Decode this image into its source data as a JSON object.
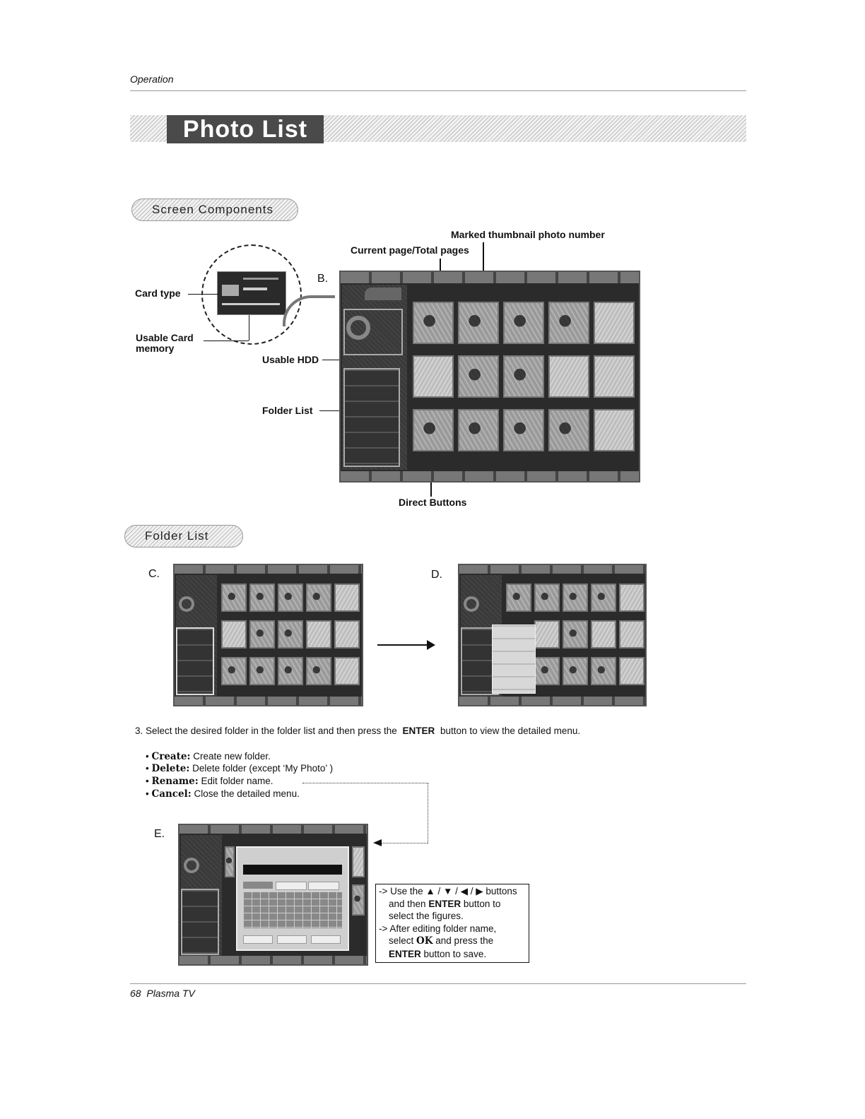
{
  "header": {
    "section": "Operation"
  },
  "page_title": "Photo List",
  "sections": {
    "screen_components": "Screen Components",
    "folder_list": "Folder List"
  },
  "callouts": {
    "marked_thumb": "Marked thumbnail photo number",
    "current_page": "Current page/Total pages",
    "card_type": "Card type",
    "usable_card": "Usable Card",
    "usable_card2": "memory",
    "usable_hdd": "Usable HDD",
    "folder_list": "Folder List",
    "direct_buttons": "Direct Buttons",
    "letter_b": "B.",
    "letter_c": "C.",
    "letter_d": "D.",
    "letter_e": "E."
  },
  "step3": {
    "prefix": "3. Select the desired folder in the folder list and then press the",
    "key": "ENTER",
    "suffix": "button to view the detailed menu."
  },
  "options": [
    {
      "term": "Create:",
      "desc": "Create new folder."
    },
    {
      "term": "Delete:",
      "desc": "Delete folder (except ‘My Photo’ )"
    },
    {
      "term": "Rename:",
      "desc": "Edit folder name."
    },
    {
      "term": "Cancel:",
      "desc": "Close the detailed menu."
    }
  ],
  "note": {
    "l1a": "-> Use the ▲ / ▼ / ◀ / ▶ buttons",
    "l2a": "and then ",
    "l2b": "ENTER",
    "l2c": " button to",
    "l3": "select the figures.",
    "l4": "-> After editing folder name,",
    "l5a": "select ",
    "l5b": "OK",
    "l5c": " and press the",
    "l6a": "ENTER",
    "l6b": " button to save."
  },
  "footer": {
    "page": "68  Plasma TV"
  }
}
